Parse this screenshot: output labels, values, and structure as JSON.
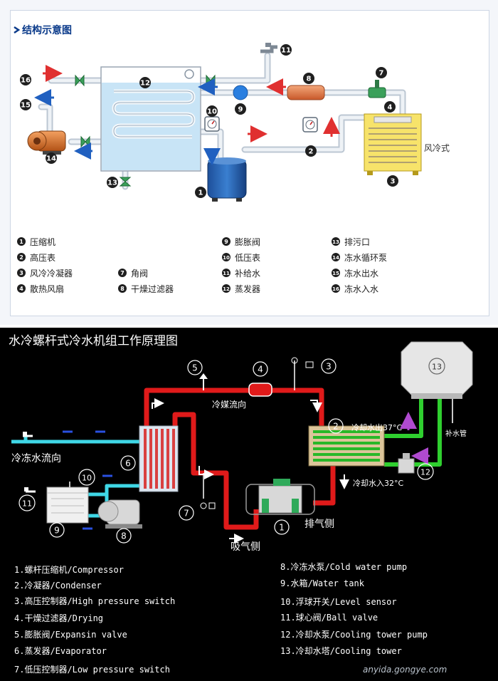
{
  "top": {
    "title": "结构示意图",
    "side_label": "风冷式",
    "legend": [
      {
        "num": "1",
        "label": "压缩机"
      },
      {
        "num": "2",
        "label": "高压表"
      },
      {
        "num": "3",
        "label": "风冷冷凝器"
      },
      {
        "num": "4",
        "label": "散热风扇"
      },
      {
        "num": "7",
        "label": "角阀"
      },
      {
        "num": "8",
        "label": "干燥过滤器"
      },
      {
        "num": "9",
        "label": "膨胀阀"
      },
      {
        "num": "10",
        "label": "低压表"
      },
      {
        "num": "11",
        "label": "补给水"
      },
      {
        "num": "12",
        "label": "蒸发器"
      },
      {
        "num": "13",
        "label": "排污口"
      },
      {
        "num": "14",
        "label": "冻水循环泵"
      },
      {
        "num": "15",
        "label": "冻水出水"
      },
      {
        "num": "16",
        "label": "冻水入水"
      }
    ],
    "markers": [
      "1",
      "2",
      "3",
      "4",
      "7",
      "8",
      "9",
      "10",
      "11",
      "12",
      "13",
      "14",
      "15",
      "16"
    ]
  },
  "bottom": {
    "title": "水冷螺杆式冷水机组工作原理图",
    "labels": {
      "refrigerant_flow": "冷媒流向",
      "chilled_water_flow": "冷冻水流向",
      "cooling_out": "冷却水出37°C",
      "cooling_in": "冷却水入32°C",
      "exhaust": "排气侧",
      "suction": "吸气侧",
      "makeup_pipe": "补水管"
    },
    "markers": [
      "1",
      "2",
      "3",
      "4",
      "5",
      "6",
      "7",
      "8",
      "9",
      "10",
      "11",
      "12",
      "13"
    ],
    "legend_left": [
      "1.螺杆压缩机/Compressor",
      "2.冷凝器/Condenser",
      "3.高压控制器/High pressure switch",
      "4.干燥过滤器/Drying",
      "5.膨胀阀/Expansin valve",
      "6.蒸发器/Evaporator",
      "7.低压控制器/Low pressure switch"
    ],
    "legend_right": [
      "8.冷冻水泵/Cold water pump",
      "9.水箱/Water tank",
      "10.浮球开关/Level sensor",
      "11.球心阀/Ball valve",
      "12.冷却水泵/Cooling tower pump",
      "13.冷却水塔/Cooling tower"
    ],
    "watermark": "anyida.gongye.com"
  },
  "colors": {
    "title_blue": "#0a3a8a",
    "pipe_top": "#dfe6ee",
    "tank_water": "#c8e4f6",
    "refrigerant_red": "#e01a1a",
    "water_cyan": "#3fd7e6",
    "cooling_green": "#2fcf2f",
    "arrow_red": "#e03030",
    "arrow_blue": "#2060c0"
  }
}
